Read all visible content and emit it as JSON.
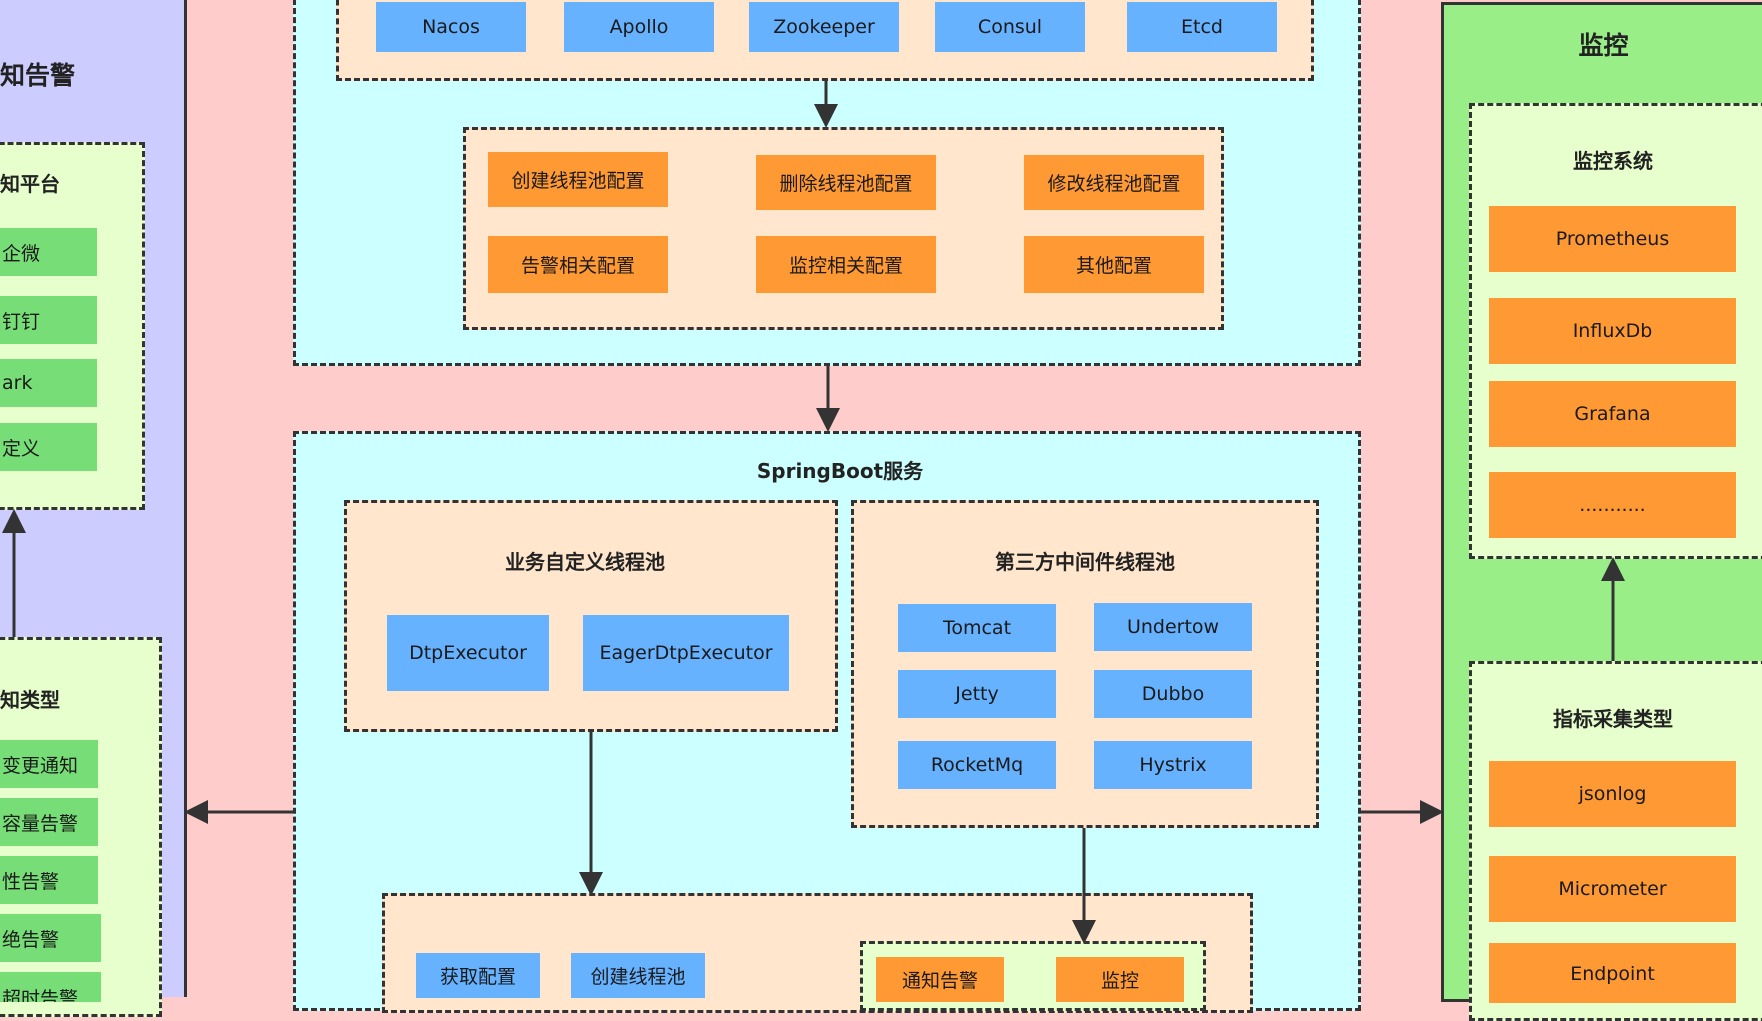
{
  "left": {
    "title": "知告警",
    "platform": {
      "title": "知平台",
      "items": [
        "企微",
        "钉钉",
        "ark",
        "定义"
      ]
    },
    "types": {
      "title": "知类型",
      "items": [
        "变更通知",
        "容量告警",
        "性告警",
        "绝告警",
        "超时告警"
      ]
    }
  },
  "config_center": {
    "items": [
      "Nacos",
      "Apollo",
      "Zookeeper",
      "Consul",
      "Etcd"
    ]
  },
  "config_types": {
    "items": [
      "创建线程池配置",
      "删除线程池配置",
      "修改线程池配置",
      "告警相关配置",
      "监控相关配置",
      "其他配置"
    ]
  },
  "springboot": {
    "title": "SpringBoot服务",
    "custom_pool": {
      "title": "业务自定义线程池",
      "items": [
        "DtpExecutor",
        "EagerDtpExecutor"
      ]
    },
    "third_pool": {
      "title": "第三方中间件线程池",
      "items": [
        "Tomcat",
        "Undertow",
        "Jetty",
        "Dubbo",
        "RocketMq",
        "Hystrix"
      ]
    },
    "bottom": {
      "items": [
        "获取配置",
        "创建线程池"
      ],
      "sub_items": [
        "通知告警",
        "监控"
      ]
    }
  },
  "monitor": {
    "title": "监控",
    "system": {
      "title": "监控系统",
      "items": [
        "Prometheus",
        "InfluxDb",
        "Grafana",
        "..........."
      ]
    },
    "metrics": {
      "title": "指标采集类型",
      "items": [
        "jsonlog",
        "Micrometer",
        "Endpoint"
      ]
    }
  },
  "colors": {
    "blue": "#66b2ff",
    "orange": "#ff9933",
    "green": "#77dd77",
    "cyan": "#ccffff",
    "peach": "#ffe6cc",
    "light_green": "#e6ffcc",
    "purple": "#ccccff",
    "pink": "#ffcccc"
  }
}
